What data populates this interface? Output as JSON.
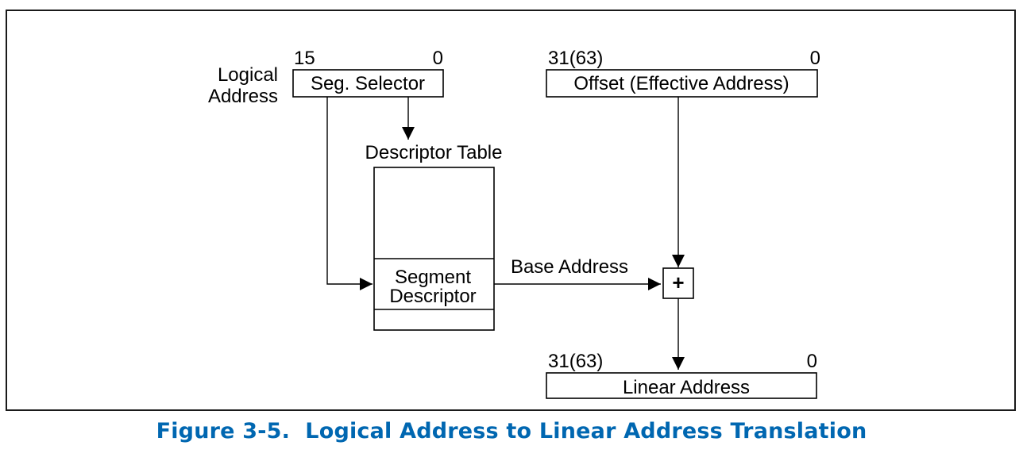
{
  "colors": {
    "caption": "#0067b1",
    "line": "#000000",
    "frame": "#1a1a1a"
  },
  "diagram": {
    "logical_address_label": [
      "Logical",
      "Address"
    ],
    "selector": {
      "high_bit": "15",
      "low_bit": "0",
      "label": "Seg. Selector"
    },
    "offset": {
      "high_bit": "31(63)",
      "low_bit": "0",
      "label": "Offset (Effective Address)"
    },
    "descriptor_table": {
      "title": "Descriptor Table",
      "entry_label": [
        "Segment",
        "Descriptor"
      ]
    },
    "base_address_label": "Base Address",
    "adder_symbol": "+",
    "linear": {
      "high_bit": "31(63)",
      "low_bit": "0",
      "label": "Linear Address"
    }
  },
  "caption": "Figure 3-5.  Logical Address to Linear Address Translation"
}
